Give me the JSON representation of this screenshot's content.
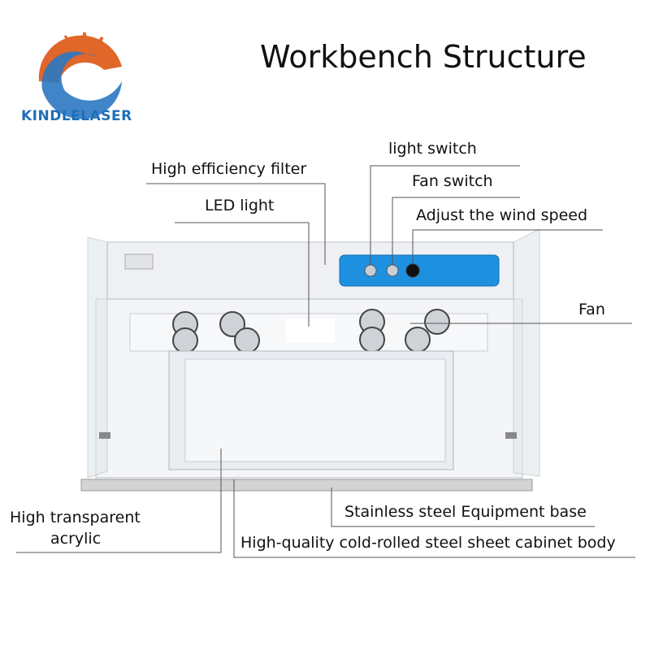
{
  "title": "Workbench Structure",
  "brand": "KINDLELASER",
  "colors": {
    "logo_orange": "#e0662a",
    "logo_blue": "#2a78c2",
    "panel_blue": "#1e90e0"
  },
  "labels": {
    "light_switch": "light switch",
    "high_efficiency_filter": "High efficiency filter",
    "fan_switch": "Fan switch",
    "led_light": "LED light",
    "adjust_wind_speed": "Adjust the wind speed",
    "fan": "Fan",
    "stainless_base": "Stainless steel Equipment base",
    "acrylic_line1": "High transparent",
    "acrylic_line2": "acrylic",
    "cabinet_body": "High-quality cold-rolled steel sheet cabinet body"
  }
}
